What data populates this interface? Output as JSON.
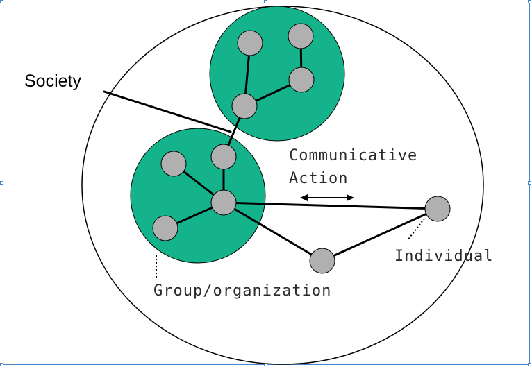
{
  "labels": {
    "society": "Society",
    "communicative_line1": "Communicative",
    "communicative_line2": "Action",
    "individual": "Individual",
    "group": "Group/organization"
  },
  "colors": {
    "group_fill": "#15b38c",
    "node_fill": "#b0b0b0",
    "line": "#000000",
    "frame": "#4a86c8"
  }
}
